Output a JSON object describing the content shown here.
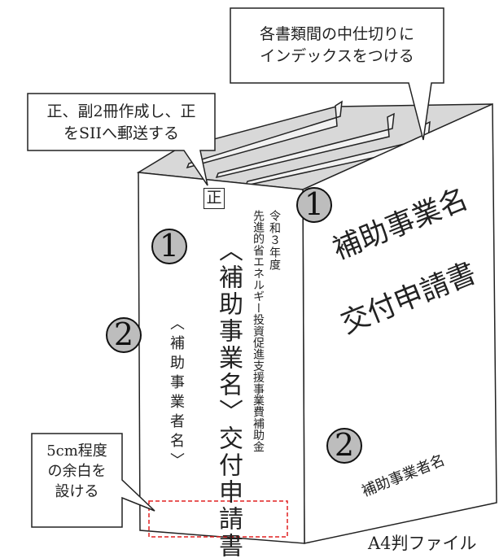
{
  "callouts": {
    "tabs": [
      "各書類間の中仕切りに",
      "インデックスをつける"
    ],
    "copies": [
      "正、副2冊作成し、正",
      "をSIIへ郵送する"
    ],
    "margin": [
      "5cm程度",
      "の余白を",
      "設ける"
    ]
  },
  "spine": {
    "stamp": "正",
    "program_line1": "令和３年度",
    "program_line2": "先進的省エネルギー投資促進支援事業費補助金",
    "title": "〈補助事業名〉交付申請書",
    "applicant": "〈補助事業者名〉",
    "marker1": "1",
    "marker2": "2"
  },
  "cover": {
    "title_line1": "補助事業名",
    "title_line2": "交付申請書",
    "applicant": "補助事業者名",
    "marker1": "1",
    "marker2": "2"
  },
  "caption": "A4判ファイル"
}
